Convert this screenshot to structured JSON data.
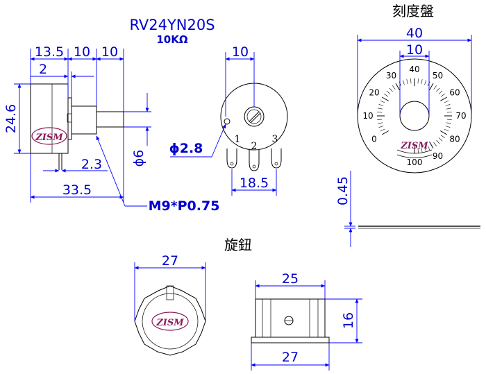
{
  "colors": {
    "dimension": "#0000cc",
    "logo": "#8b1a5a",
    "outline": "#000000"
  },
  "header": {
    "model": "RV24YN20S",
    "resistance": "10KΩ"
  },
  "titles": {
    "dial": "刻度盤",
    "knob": "旋鈕"
  },
  "logo_text": "ZISM",
  "side_view": {
    "dims": [
      "13.5",
      "10",
      "10",
      "2",
      "24.6",
      "2.3",
      "33.5",
      "ϕ6"
    ],
    "thread": "M9*P0.75"
  },
  "front_view": {
    "width_top": "10",
    "hole": "ϕ2.8",
    "pins": [
      "1",
      "2",
      "3"
    ],
    "pin_span": "18.5"
  },
  "dial": {
    "outer": "40",
    "inner": "10",
    "scale": [
      "0",
      "10",
      "20",
      "30",
      "40",
      "50",
      "60",
      "70",
      "80",
      "90",
      "100"
    ],
    "thickness": "0.45"
  },
  "knob_top": {
    "diameter": "27"
  },
  "knob_side": {
    "top": "25",
    "height": "16",
    "bottom": "27"
  }
}
